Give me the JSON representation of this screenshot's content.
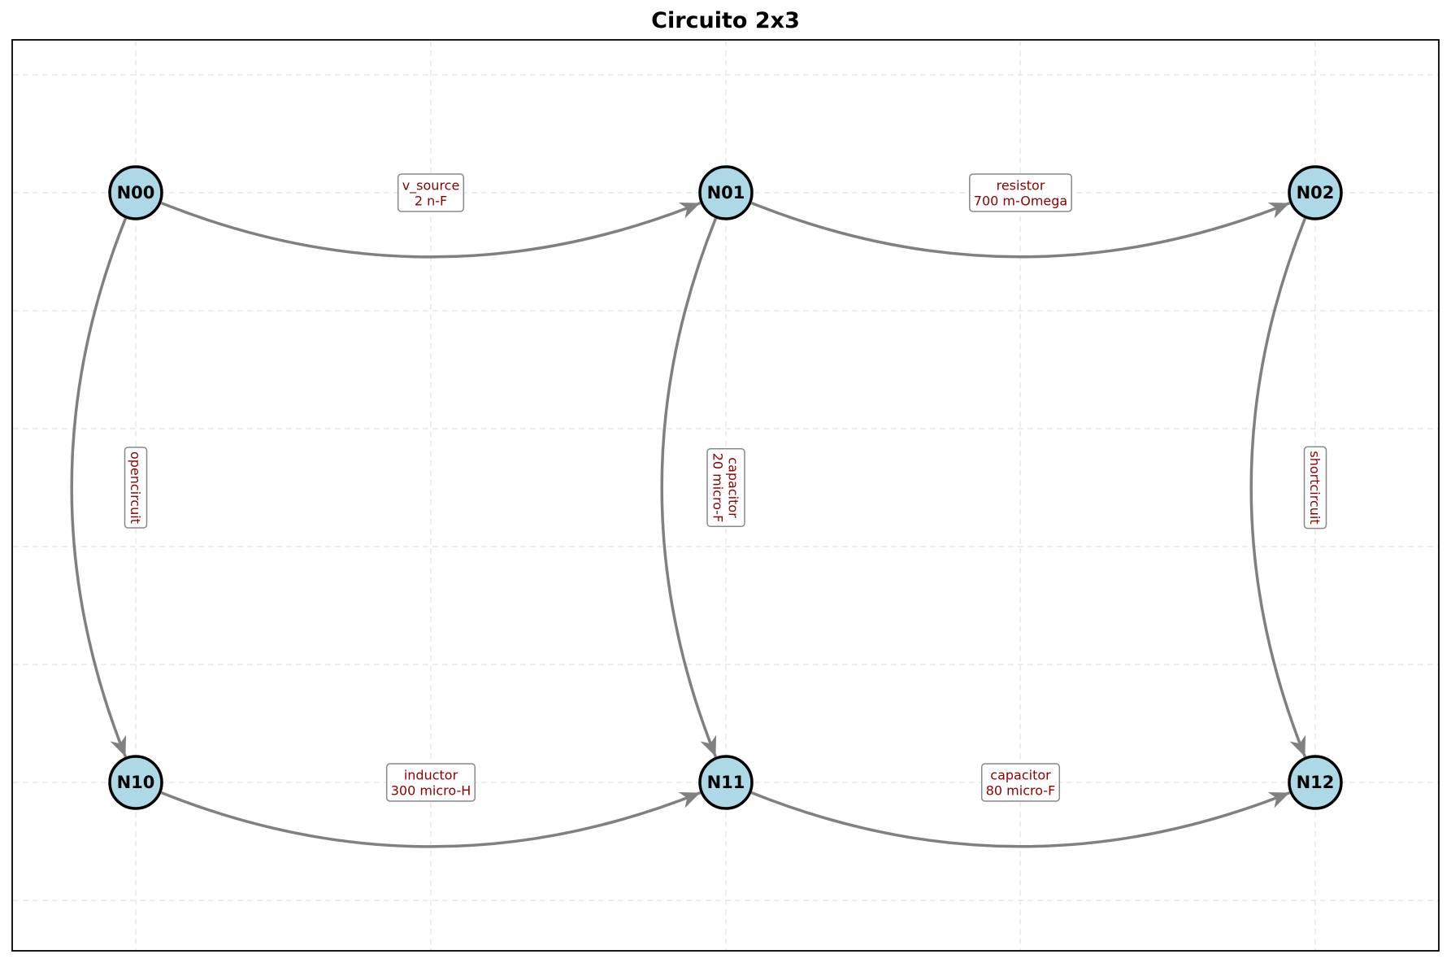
{
  "title": "Circuito 2x3",
  "nodes": [
    {
      "id": "N00",
      "row": 0,
      "col": 0
    },
    {
      "id": "N01",
      "row": 0,
      "col": 1
    },
    {
      "id": "N02",
      "row": 0,
      "col": 2
    },
    {
      "id": "N10",
      "row": 1,
      "col": 0
    },
    {
      "id": "N11",
      "row": 1,
      "col": 1
    },
    {
      "id": "N12",
      "row": 1,
      "col": 2
    }
  ],
  "edges": [
    {
      "from": "N00",
      "to": "N01",
      "lines": [
        "v_source",
        "2 n-F"
      ]
    },
    {
      "from": "N01",
      "to": "N02",
      "lines": [
        "resistor",
        "700 m-Omega"
      ]
    },
    {
      "from": "N10",
      "to": "N11",
      "lines": [
        "inductor",
        "300 micro-H"
      ]
    },
    {
      "from": "N11",
      "to": "N12",
      "lines": [
        "capacitor",
        "80 micro-F"
      ]
    },
    {
      "from": "N00",
      "to": "N10",
      "lines": [
        "opencircuit"
      ]
    },
    {
      "from": "N01",
      "to": "N11",
      "lines": [
        "capacitor",
        "20 micro-F"
      ]
    },
    {
      "from": "N02",
      "to": "N12",
      "lines": [
        "shortcircuit"
      ]
    }
  ],
  "colors": {
    "node_fill": "#add8e6",
    "node_stroke": "#000000",
    "edge": "#808080",
    "label_text": "#8b0000",
    "label_border": "#888888",
    "grid": "#e2e2e2"
  },
  "grid": true
}
